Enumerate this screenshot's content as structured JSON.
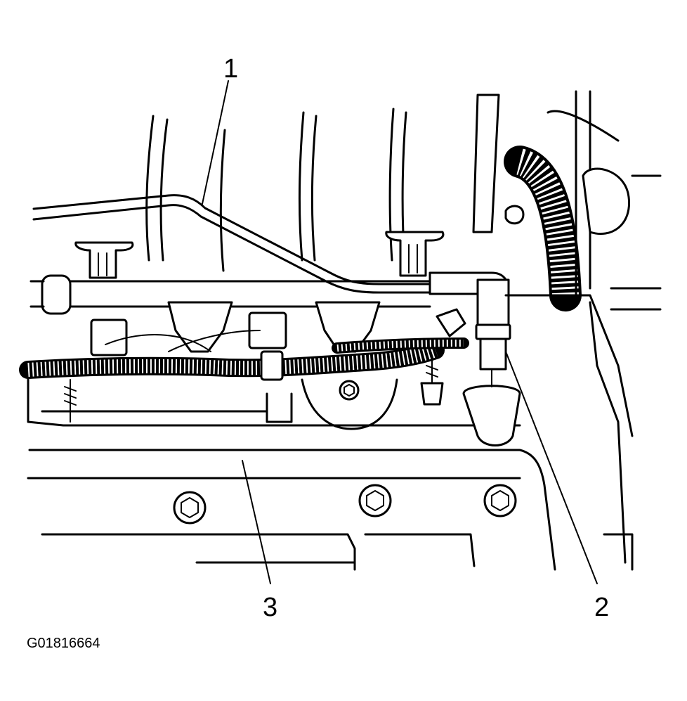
{
  "figure": {
    "id_label": "G01816664",
    "callouts": [
      {
        "label": "1"
      },
      {
        "label": "2"
      },
      {
        "label": "3"
      }
    ]
  }
}
